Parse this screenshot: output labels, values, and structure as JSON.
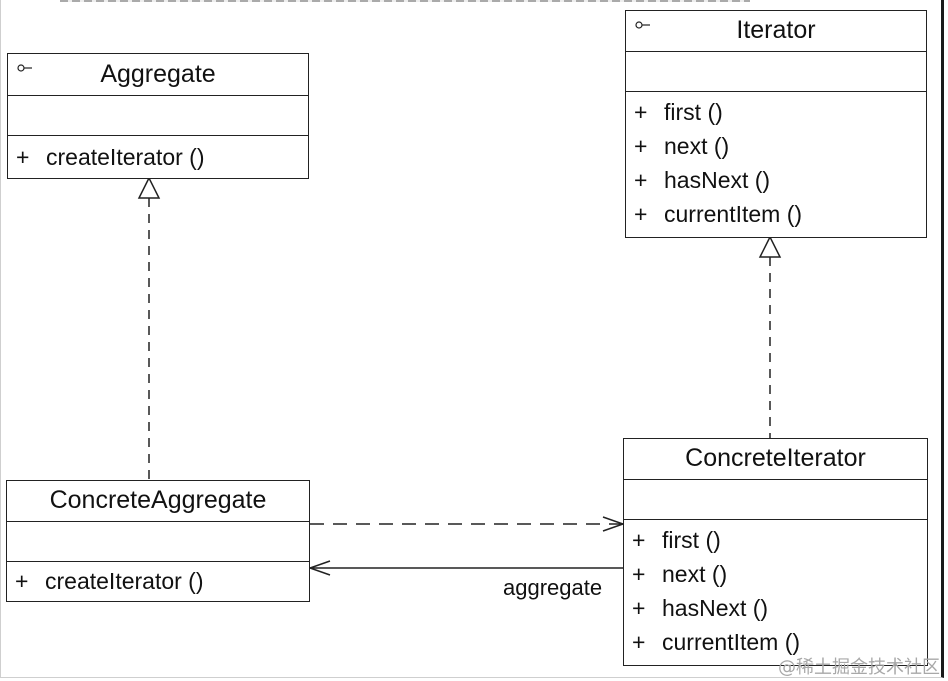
{
  "classes": {
    "aggregate": {
      "name": "Aggregate",
      "operations": [
        {
          "visibility": "+",
          "text": "createIterator ()"
        }
      ]
    },
    "iterator": {
      "name": "Iterator",
      "operations": [
        {
          "visibility": "+",
          "text": "first ()"
        },
        {
          "visibility": "+",
          "text": "next ()"
        },
        {
          "visibility": "+",
          "text": "hasNext ()"
        },
        {
          "visibility": "+",
          "text": "currentItem ()"
        }
      ]
    },
    "concrete_aggregate": {
      "name": "ConcreteAggregate",
      "operations": [
        {
          "visibility": "+",
          "text": "createIterator ()"
        }
      ]
    },
    "concrete_iterator": {
      "name": "ConcreteIterator",
      "operations": [
        {
          "visibility": "+",
          "text": "first ()"
        },
        {
          "visibility": "+",
          "text": "next ()"
        },
        {
          "visibility": "+",
          "text": "hasNext ()"
        },
        {
          "visibility": "+",
          "text": "currentItem ()"
        }
      ]
    }
  },
  "relations": {
    "association_label": "aggregate"
  },
  "watermark": "@稀土掘金技术社区"
}
